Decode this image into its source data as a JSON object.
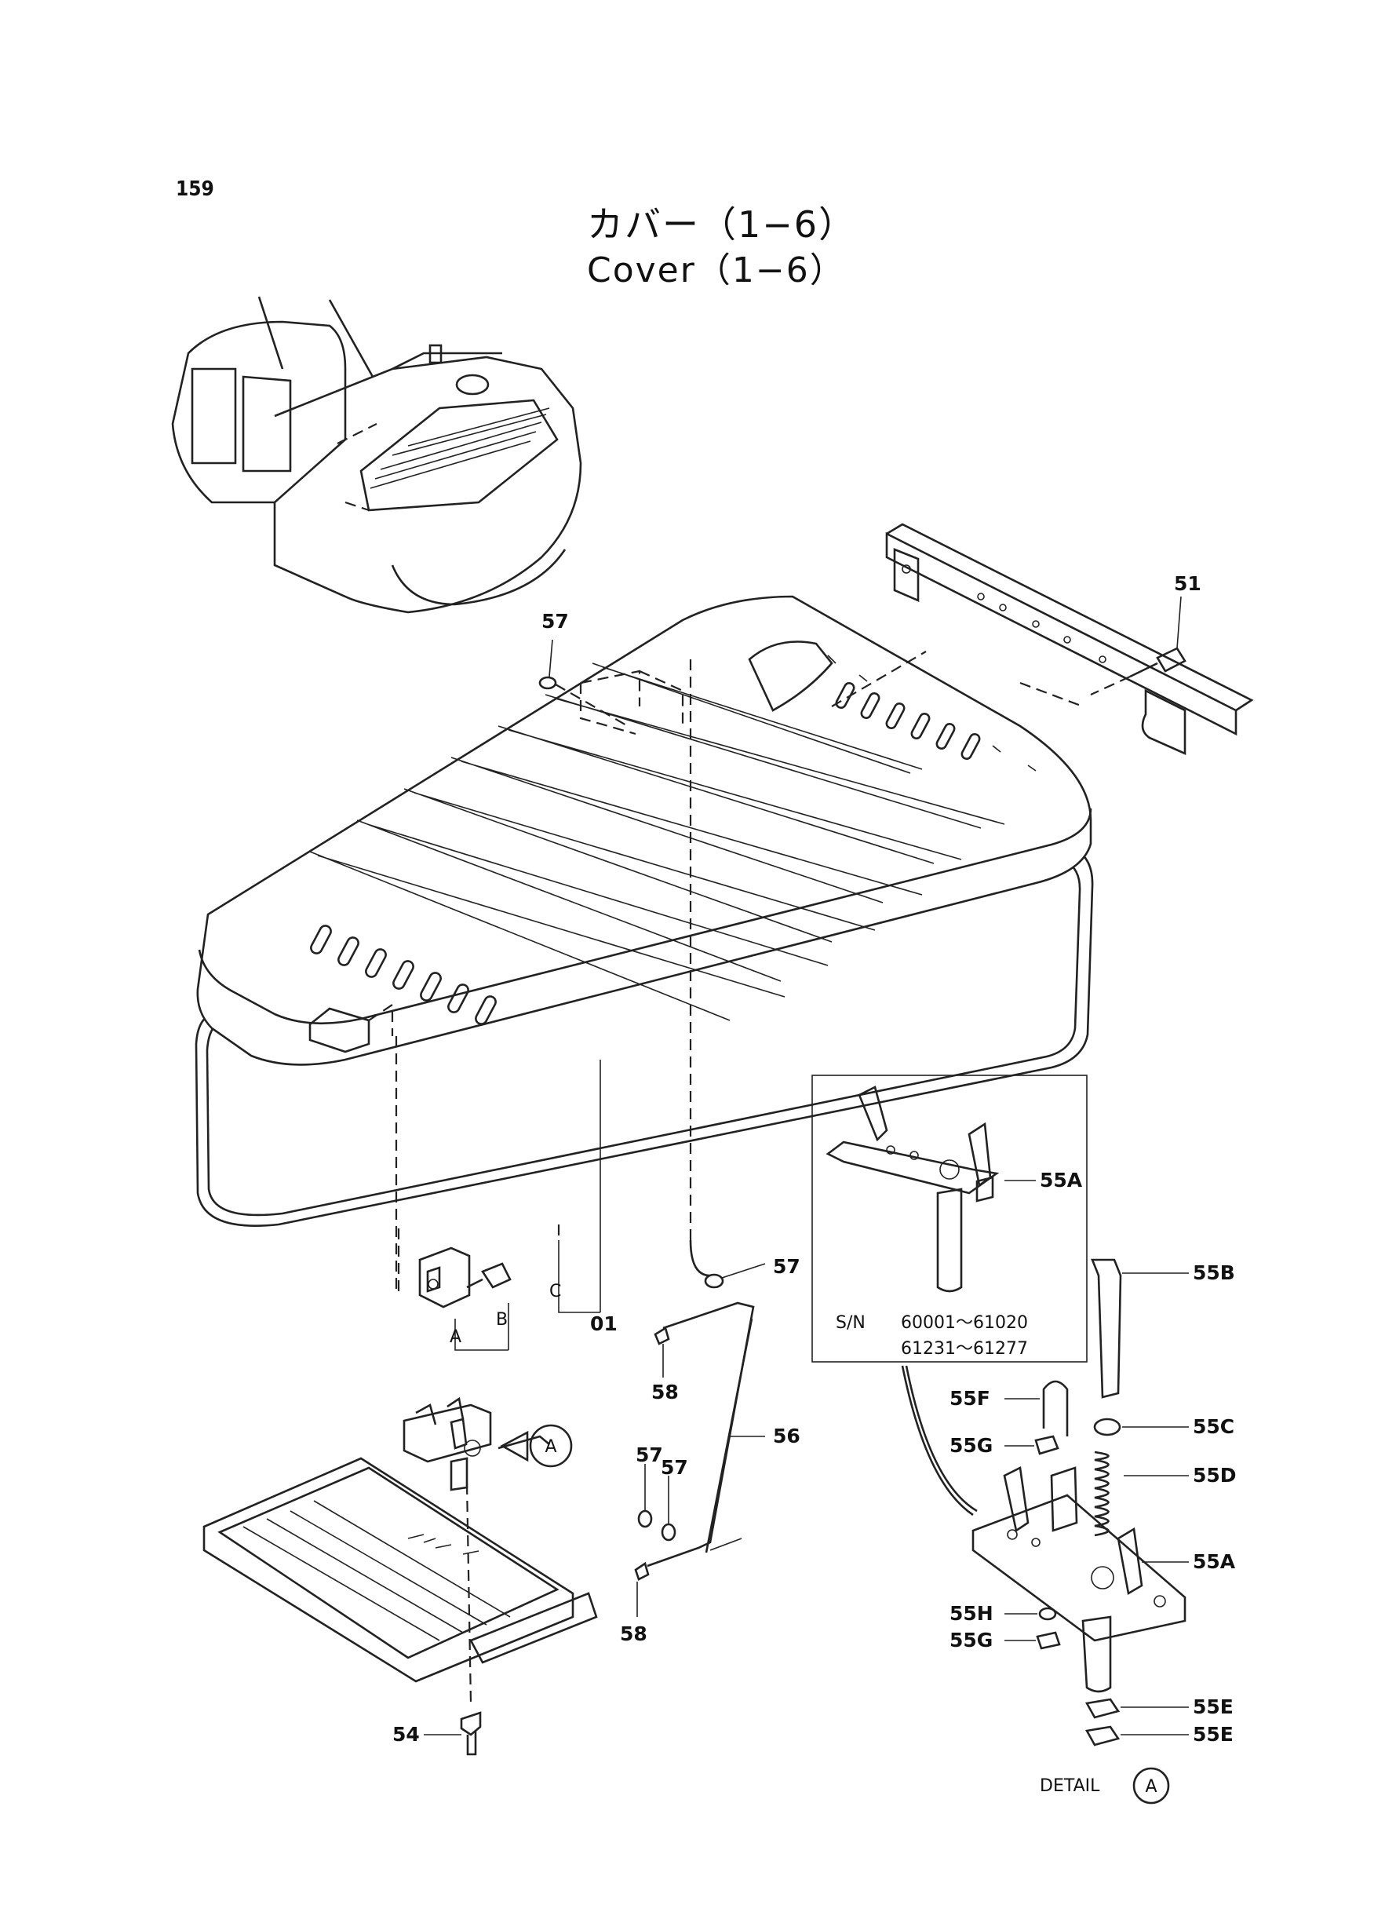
{
  "page_number": "159",
  "title_jp": "カバー（1−6）",
  "title_en": "Cover（1−6）",
  "labels": {
    "p51": "51",
    "p57a": "57",
    "p57b": "57",
    "p57c": "57",
    "p57d": "57",
    "p01": "01",
    "pA": "A",
    "pB": "B",
    "pC": "C",
    "p58a": "58",
    "p58b": "58",
    "p56": "56",
    "p54": "54",
    "p55A_top": "55A",
    "p55B": "55B",
    "p55F": "55F",
    "p55C": "55C",
    "p55G_top": "55G",
    "p55D": "55D",
    "p55A_bot": "55A",
    "p55H": "55H",
    "p55G_bot": "55G",
    "p55E_a": "55E",
    "p55E_b": "55E",
    "callout_A": "A",
    "detail_circle": "A"
  },
  "serial": {
    "prefix": "S/N",
    "range1": "60001～61020",
    "range2": "61231～61277"
  },
  "detail_label": "DETAIL"
}
